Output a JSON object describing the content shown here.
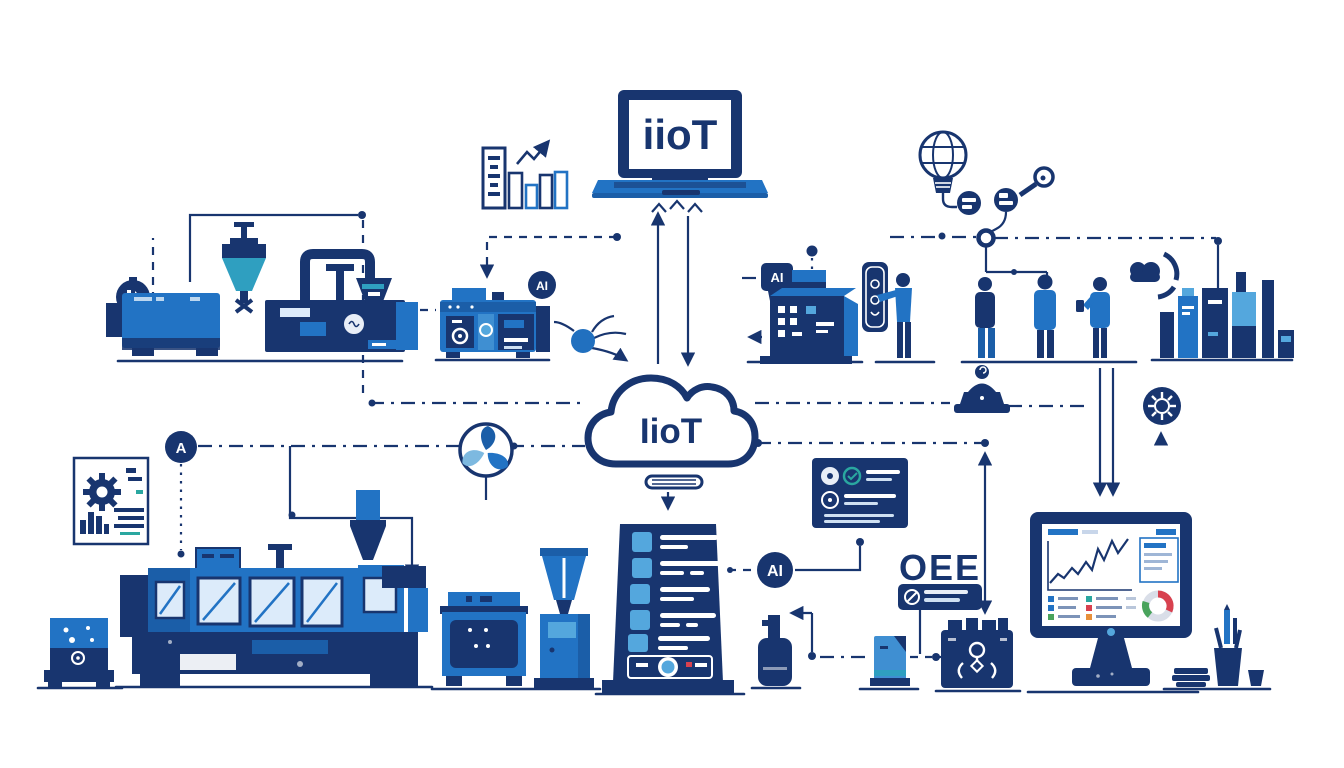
{
  "title": "IIoT Smart Factory Illustration",
  "colors": {
    "navy": "#18356f",
    "blue": "#2273c4",
    "medium_blue": "#1b5ea8",
    "light_blue": "#54a7dd",
    "pale_blue": "#7db9e0",
    "teal": "#2aa7a0",
    "cyan": "#2f9fc0",
    "red": "#d8414f",
    "green": "#49a35c",
    "orange": "#e8903a",
    "background": "#ffffff"
  },
  "labels": {
    "laptop_screen": "iioT",
    "cloud": "IioT",
    "machine_ai_badge": "AI",
    "ai_speech_bubble": "AI",
    "ai_node": "AI",
    "node_a": "A",
    "oee": "OEE"
  },
  "icons": [
    "stopwatch-icon",
    "bar-chart-trend-icon",
    "lightbulb-globe-icon",
    "pallet-badge-icon",
    "forklift-badge-icon",
    "magnifier-node-icon",
    "sync-cloud-icon",
    "alert-dot-icon",
    "fan-icon",
    "gear-document-card-icon",
    "alarm-bell-icon",
    "machine-wheel-icon",
    "checklist-card-icon",
    "pin-recycle-crate-icon",
    "dashboard-monitor-icon",
    "donut-chart-icon",
    "desk-tools-icon",
    "neuron-node-icon"
  ],
  "machines": [
    "extrusion-line",
    "generator-unit",
    "control-cabinet",
    "hmi-panel",
    "injection-molding-machine",
    "chiller-unit",
    "hopper-feeder",
    "server-tower",
    "spray-bottle",
    "compact-dispenser",
    "logistics-crate",
    "dashboard-monitor",
    "electrical-cabinet",
    "bottle-products"
  ],
  "people": [
    "operator-at-panel",
    "worker-1",
    "worker-2",
    "worker-with-phone"
  ]
}
